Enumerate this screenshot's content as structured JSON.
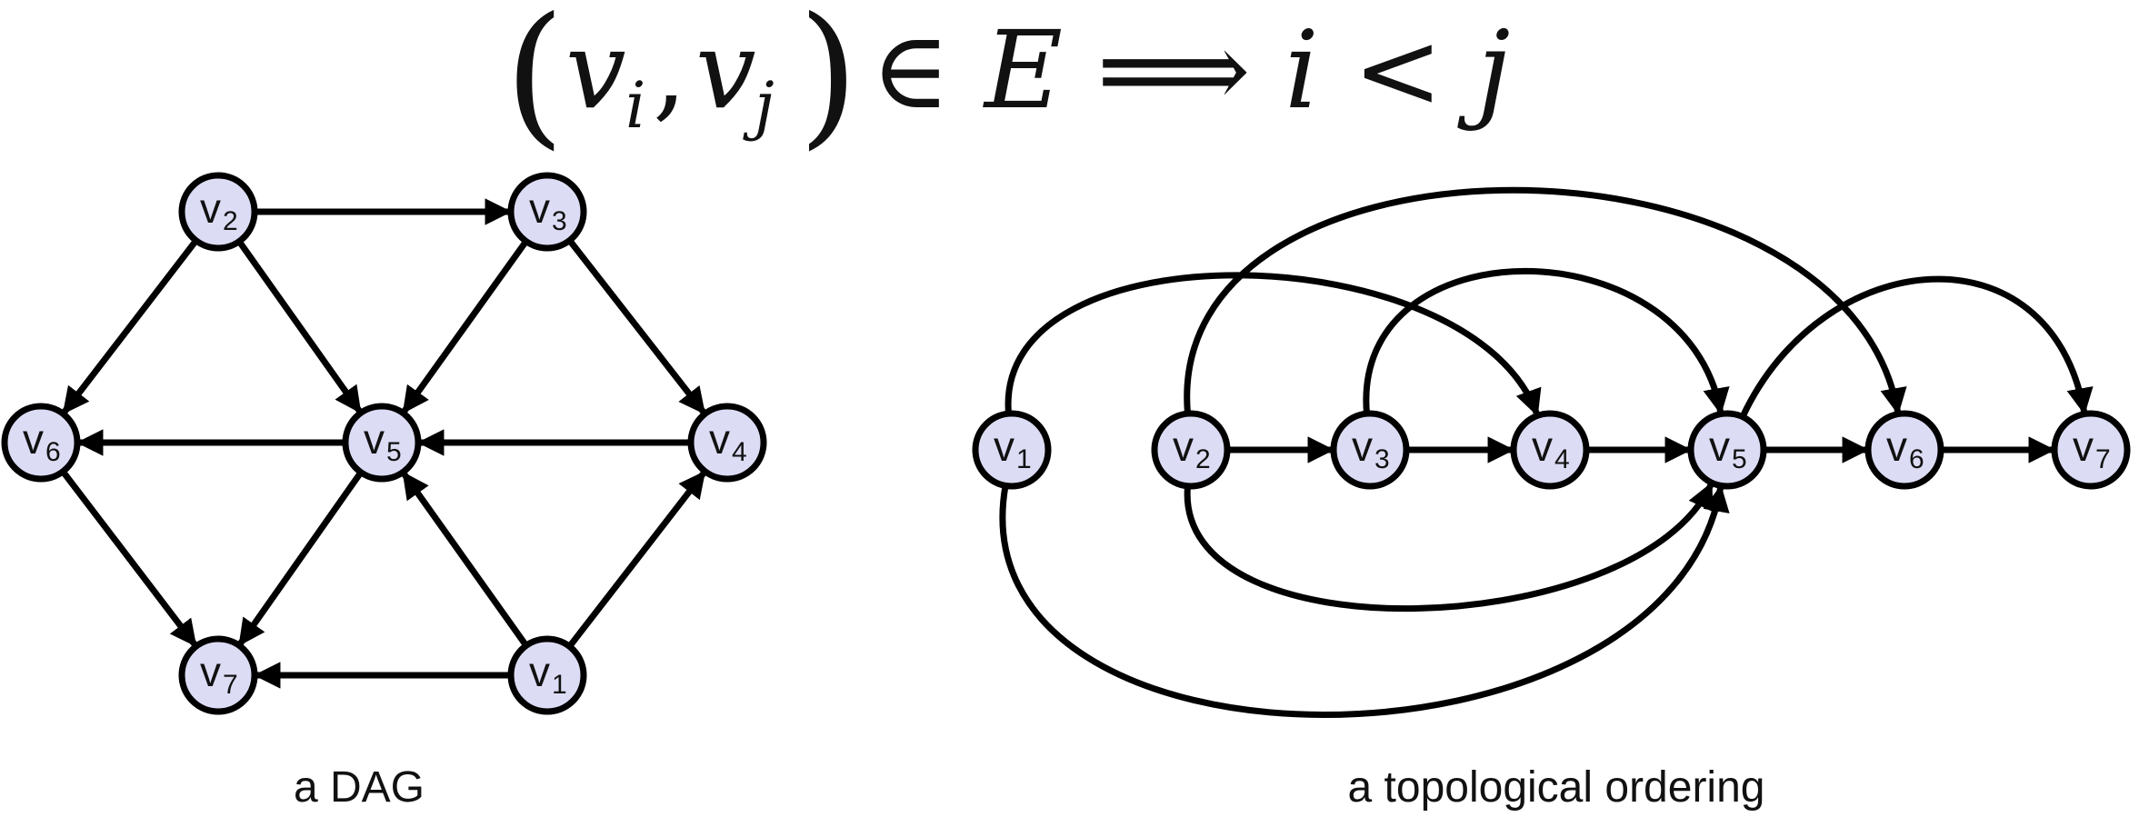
{
  "formula": {
    "open": "(",
    "v1": "v",
    "sub1": "i",
    "comma": ",",
    "v2": "v",
    "sub2": "j",
    "close": ")",
    "rest": "∈ E ⟹ i < j"
  },
  "node_letter": "v",
  "dag": {
    "caption": "a DAG",
    "nodes": [
      {
        "id": "v1",
        "sub": "1"
      },
      {
        "id": "v2",
        "sub": "2"
      },
      {
        "id": "v3",
        "sub": "3"
      },
      {
        "id": "v4",
        "sub": "4"
      },
      {
        "id": "v5",
        "sub": "5"
      },
      {
        "id": "v6",
        "sub": "6"
      },
      {
        "id": "v7",
        "sub": "7"
      }
    ],
    "edges": [
      [
        "v2",
        "v3"
      ],
      [
        "v2",
        "v6"
      ],
      [
        "v2",
        "v5"
      ],
      [
        "v3",
        "v5"
      ],
      [
        "v3",
        "v4"
      ],
      [
        "v4",
        "v5"
      ],
      [
        "v5",
        "v6"
      ],
      [
        "v5",
        "v7"
      ],
      [
        "v6",
        "v7"
      ],
      [
        "v1",
        "v7"
      ],
      [
        "v1",
        "v5"
      ],
      [
        "v1",
        "v4"
      ]
    ]
  },
  "topo": {
    "caption": "a topological ordering",
    "nodes": [
      {
        "id": "v1",
        "sub": "1"
      },
      {
        "id": "v2",
        "sub": "2"
      },
      {
        "id": "v3",
        "sub": "3"
      },
      {
        "id": "v4",
        "sub": "4"
      },
      {
        "id": "v5",
        "sub": "5"
      },
      {
        "id": "v6",
        "sub": "6"
      },
      {
        "id": "v7",
        "sub": "7"
      }
    ],
    "edges": [
      [
        "v2",
        "v3"
      ],
      [
        "v3",
        "v4"
      ],
      [
        "v4",
        "v5"
      ],
      [
        "v5",
        "v6"
      ],
      [
        "v6",
        "v7"
      ],
      [
        "v1",
        "v4"
      ],
      [
        "v2",
        "v6"
      ],
      [
        "v3",
        "v5"
      ],
      [
        "v5",
        "v7"
      ],
      [
        "v2",
        "v5"
      ],
      [
        "v1",
        "v5"
      ]
    ]
  }
}
